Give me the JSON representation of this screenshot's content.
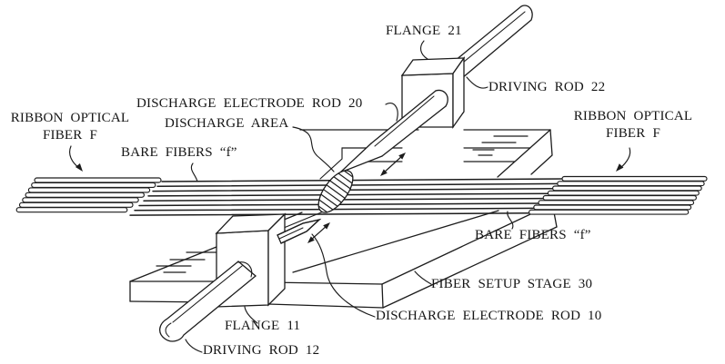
{
  "figure": {
    "kind": "patent-line-drawing",
    "subject": "optical fiber discharge fusion splicing apparatus",
    "background": "#ffffff",
    "line_color": "#1c1c1c",
    "text_color": "#151515"
  },
  "labels": {
    "ribbon_left_line1": "RIBBON OPTICAL",
    "ribbon_left_line2": "FIBER F",
    "discharge_electrode_rod_20": "DISCHARGE ELECTRODE ROD 20",
    "discharge_area": "DISCHARGE AREA",
    "bare_fibers_left": "BARE FIBERS “f”",
    "flange_21": "FLANGE 21",
    "driving_rod_22": "DRIVING ROD 22",
    "ribbon_right_line1": "RIBBON OPTICAL",
    "ribbon_right_line2": "FIBER F",
    "bare_fibers_right": "BARE FIBERS “f”",
    "fiber_setup_stage_30": "FIBER SETUP STAGE 30",
    "discharge_electrode_rod_10": "DISCHARGE ELECTRODE ROD 10",
    "flange_11": "FLANGE 11",
    "driving_rod_12": "DRIVING ROD 12"
  },
  "diagram": {
    "fiber_count": 8,
    "ribbon_tube_count_left": 7,
    "ribbon_tube_count_right": 8
  }
}
